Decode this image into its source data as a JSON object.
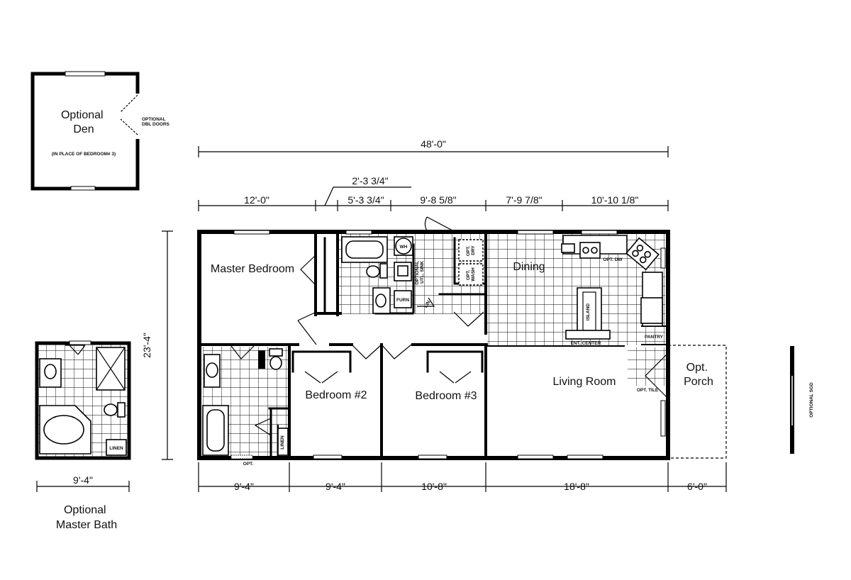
{
  "den_inset": {
    "title": "Optional\nDen",
    "note": "(IN PLACE OF BEDROOM# 3)",
    "doors_note": "OPTIONAL\nDBL DOORS"
  },
  "bath_inset": {
    "title": "Optional\nMaster Bath",
    "width_dim": "9'-4\"",
    "linen": "LINEN"
  },
  "sgd_note": "OPTIONAL SGD",
  "overall_dims": {
    "width": "48'-0\"",
    "depth": "23'-4\""
  },
  "top_dims": [
    "12'-0\"",
    "2'-3 3/4\"",
    "5'-3 3/4\"",
    "9'-8 5/8\"",
    "7'-9 7/8\"",
    "10'-10 1/8\""
  ],
  "bottom_dims": [
    "9'-4\"",
    "9'-4\"",
    "10'-8\"",
    "18'-8\"",
    "6'-0\""
  ],
  "rooms": {
    "master_bedroom": "Master Bedroom",
    "bedroom2": "Bedroom #2",
    "bedroom3": "Bedroom #3",
    "dining": "Dining",
    "living_room": "Living Room",
    "porch": "Opt.\nPorch"
  },
  "fixtures": {
    "wh": "WH",
    "furn": "FURN",
    "opt_dry": "OPT.\nDRY",
    "opt_wash": "OPT.\nWASH",
    "optional_util_sink": "OPTIONAL\nUTL. SINK",
    "opt_dw": "OPT. DW",
    "pantry": "PANTRY",
    "ent_center": "ENT. CENTER",
    "opt_tile": "OPT. TILE",
    "linen": "LINEN",
    "opt": "OPT.",
    "island": "ISLAND",
    "lin_small": "LIN"
  }
}
